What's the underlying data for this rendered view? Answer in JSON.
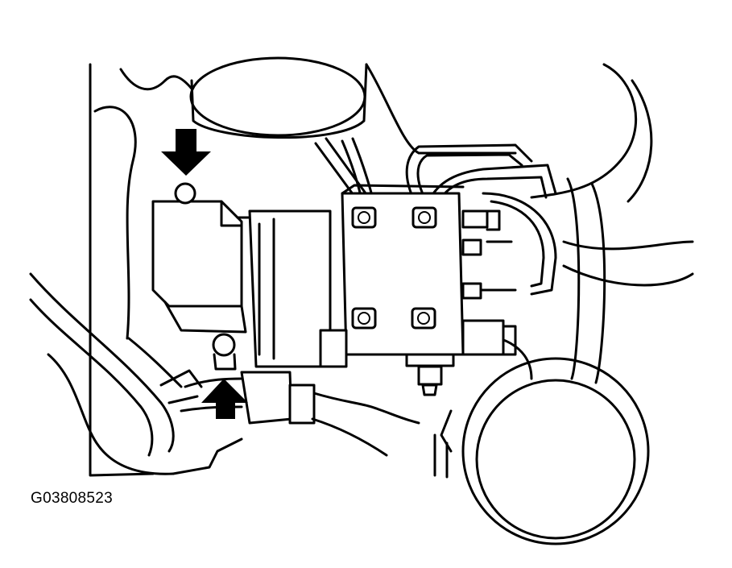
{
  "figure": {
    "id_label": "G03808523"
  },
  "colors": {
    "line": "#000000",
    "background": "#ffffff"
  },
  "callouts": [
    {
      "name": "arrow-down",
      "icon": "down-arrow-icon"
    },
    {
      "name": "arrow-up",
      "icon": "up-arrow-icon"
    }
  ]
}
